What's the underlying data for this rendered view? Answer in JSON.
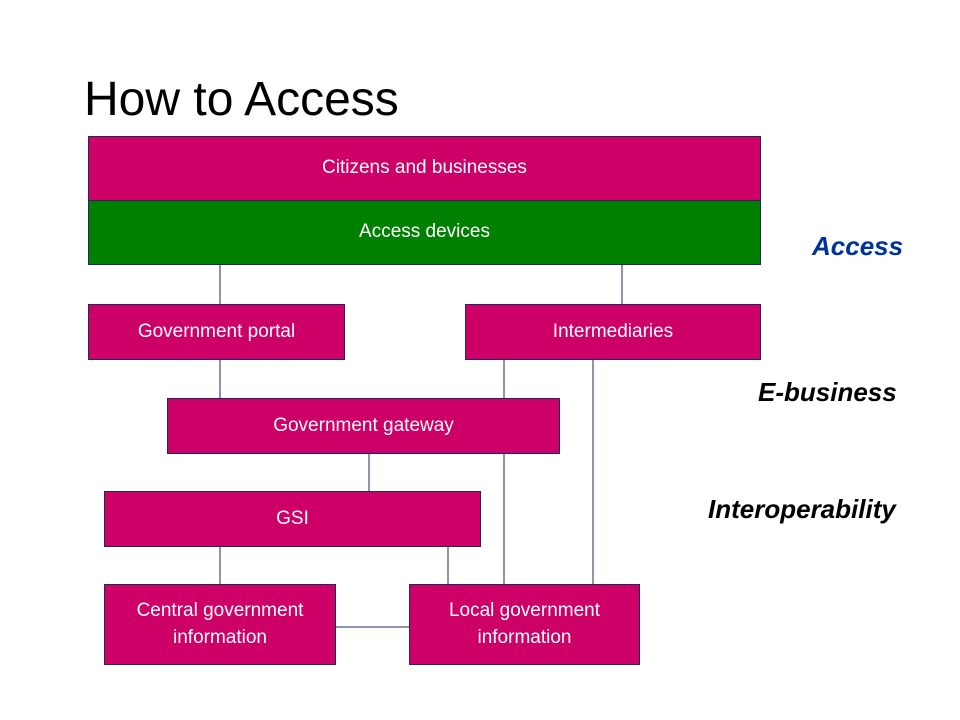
{
  "title": "How to Access",
  "boxes": {
    "citizens": "Citizens and businesses",
    "access_devices": "Access devices",
    "gov_portal": "Government portal",
    "intermediaries": "Intermediaries",
    "gov_gateway": "Government gateway",
    "gsi": "GSI",
    "central_gov": "Central government\ninformation",
    "local_gov": "Local government\ninformation"
  },
  "layers": {
    "access": "Access",
    "ebusiness": "E-business",
    "interop": "Interoperability"
  },
  "colors": {
    "box_fill": "#cc0066",
    "access_devices_fill": "#008000",
    "connector": "#1f2a5c",
    "access_label": "#003399",
    "other_labels": "#000000"
  }
}
